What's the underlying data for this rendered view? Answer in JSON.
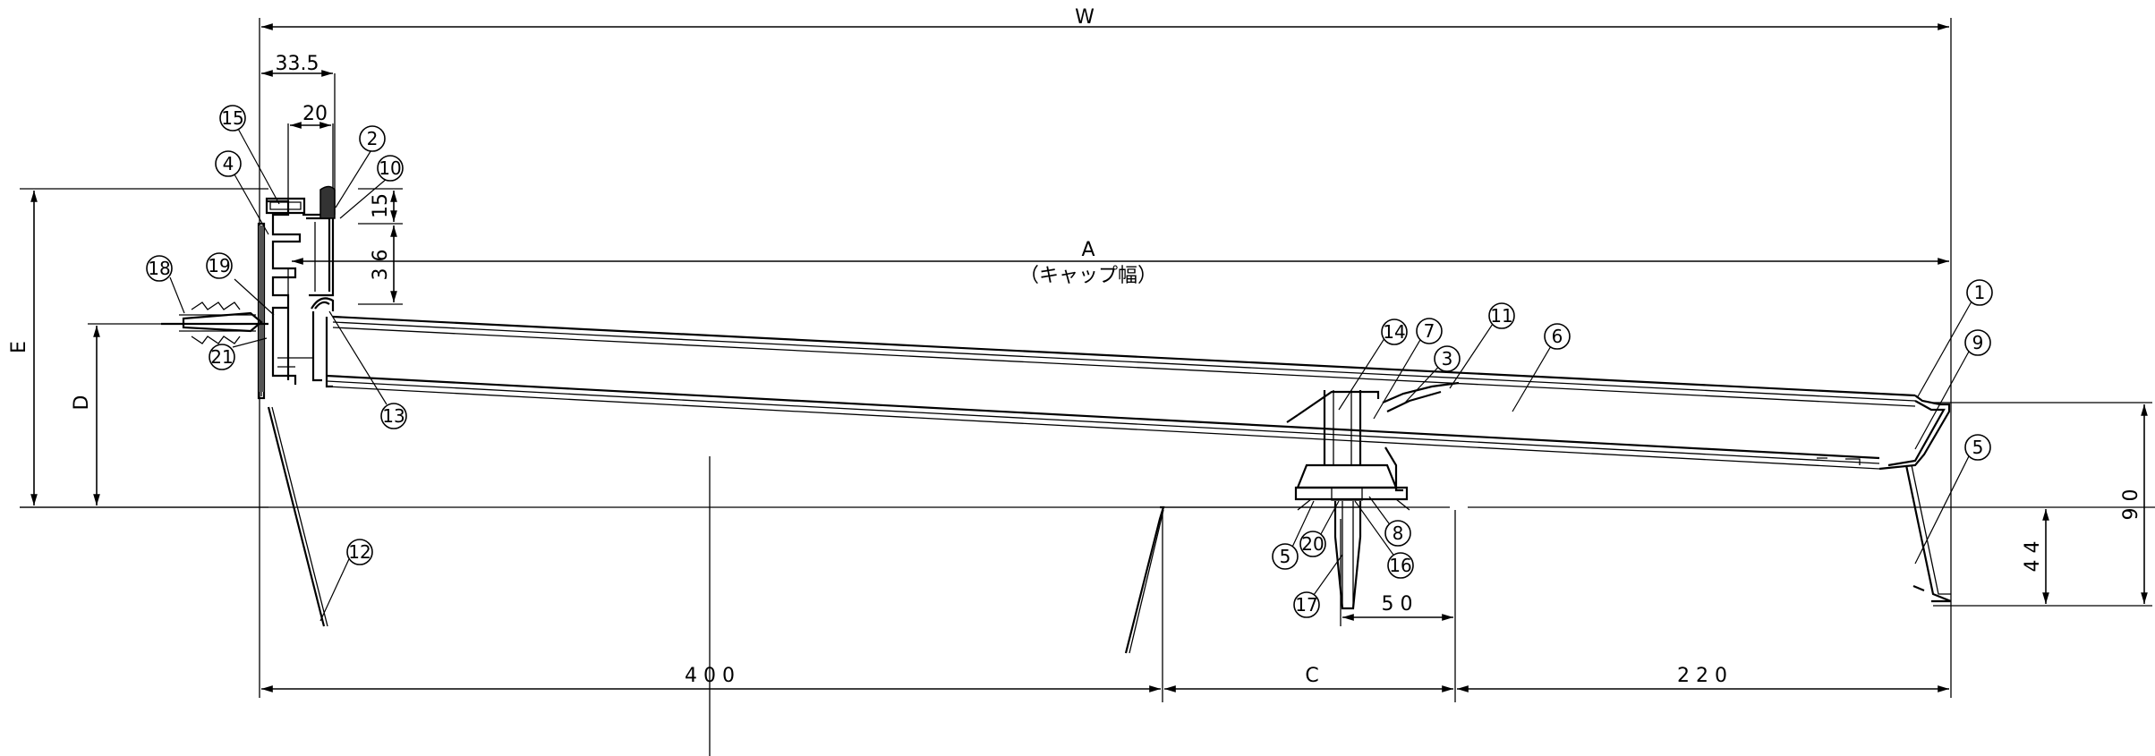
{
  "dimensions": {
    "w": "W",
    "a": "A",
    "cap_width": "（キャップ幅）",
    "d_33_5": "33.5",
    "d_20": "20",
    "d_15": "15",
    "d_36": "3 6",
    "e": "E",
    "d": "D",
    "d_400": "4 0 0",
    "c": "C",
    "d_220": "2 2 0",
    "d_50": "5 0",
    "d_44": "4 4",
    "d_90": "9 0"
  },
  "callouts": [
    "1",
    "2",
    "3",
    "4",
    "5",
    "6",
    "7",
    "8",
    "9",
    "10",
    "11",
    "12",
    "13",
    "14",
    "15",
    "16",
    "17",
    "18",
    "19",
    "20",
    "21"
  ]
}
